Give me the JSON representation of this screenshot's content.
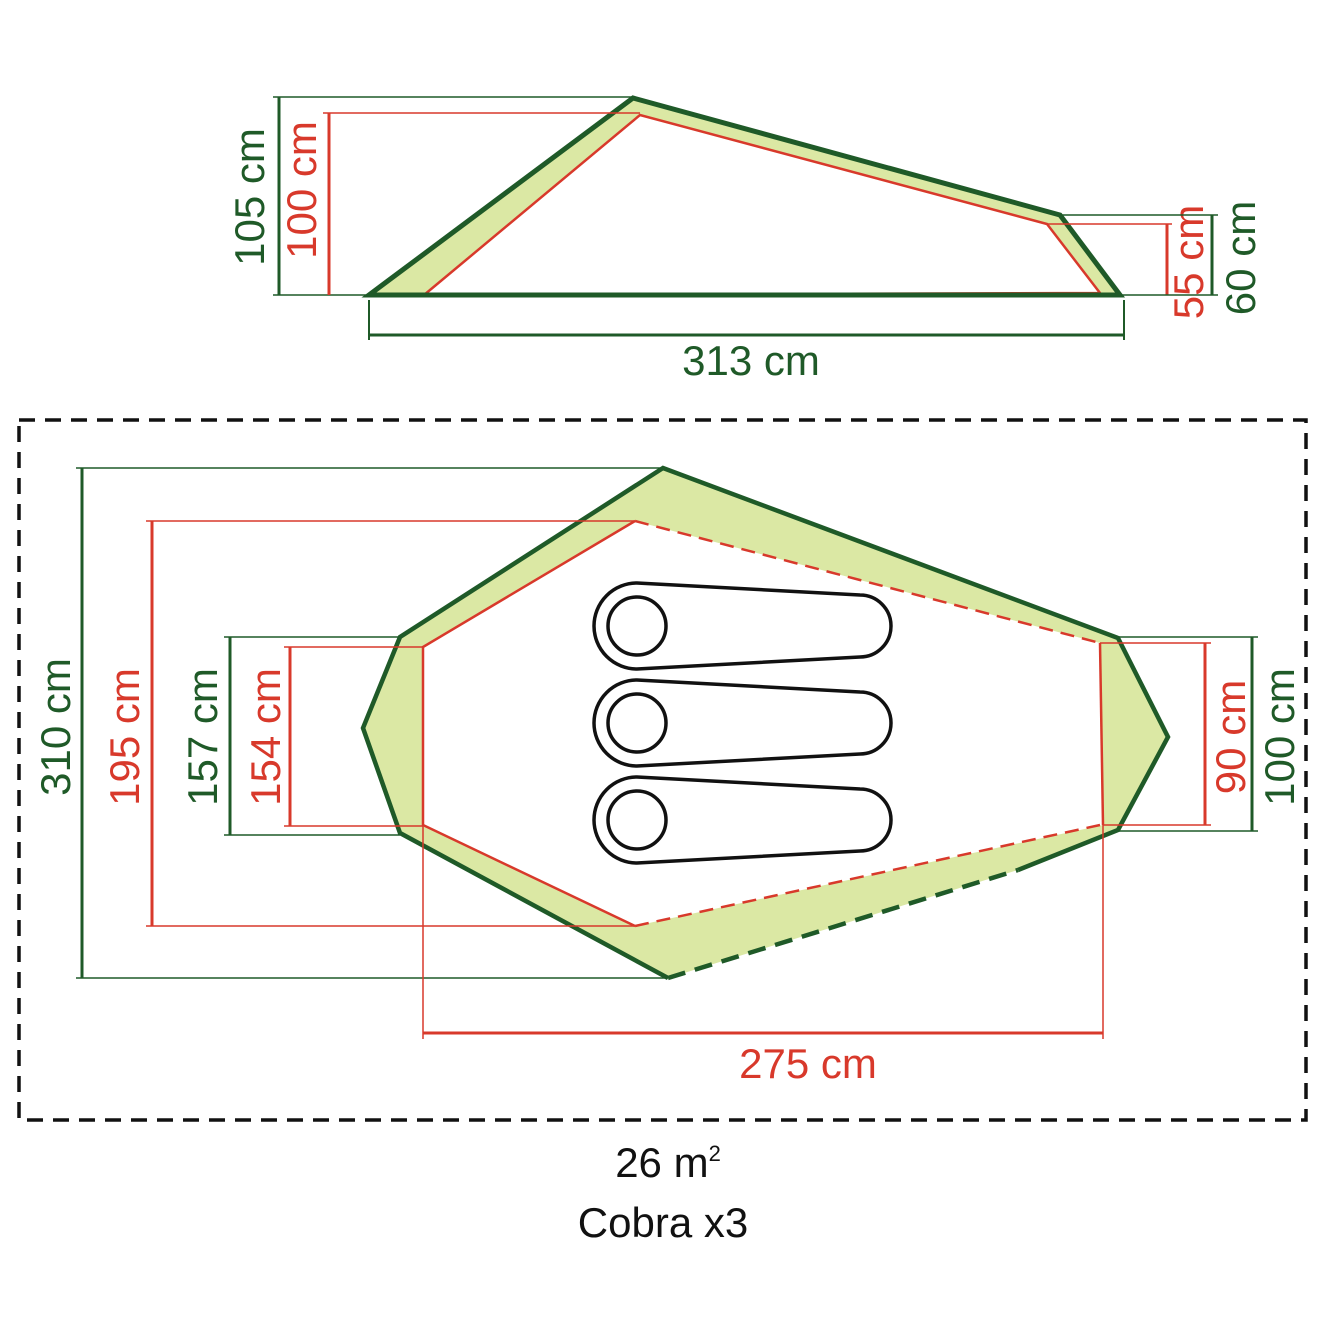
{
  "colors": {
    "outer": "#1f5a28",
    "inner": "#d8392b",
    "fill": "#dbe8a4"
  },
  "side_view": {
    "outer_height": "105 cm",
    "inner_height": "100 cm",
    "inner_rear_height": "55 cm",
    "outer_rear_height": "60 cm",
    "length": "313 cm"
  },
  "floor_plan": {
    "outer_length": "310 cm",
    "inner_length": "195 cm",
    "outer_front_width": "157 cm",
    "inner_front_width": "154 cm",
    "inner_rear_width": "90 cm",
    "outer_rear_width": "100 cm",
    "inner_width": "275 cm",
    "sleeping_bags": 3
  },
  "footprint": {
    "area": "26 m",
    "area_unit_sup": "2"
  },
  "model": "Cobra x3"
}
